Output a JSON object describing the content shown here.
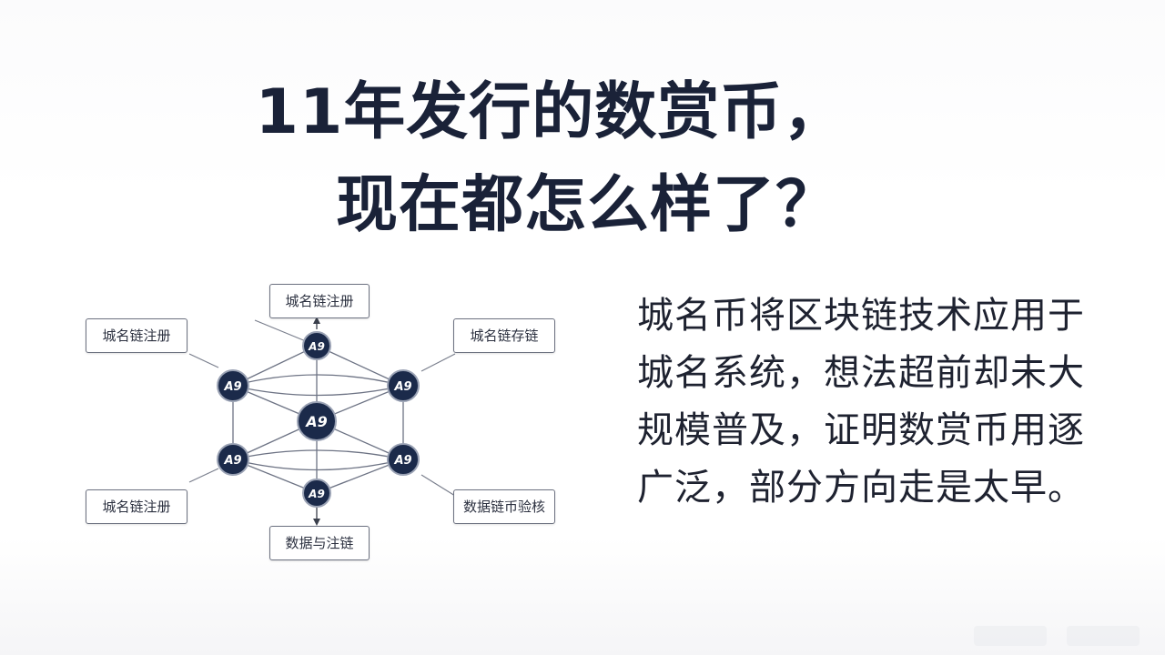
{
  "title": {
    "line1": "11年发行的数赏币，",
    "line2": "现在都怎么样了？"
  },
  "diagram": {
    "node_glyph": "A9",
    "labels": {
      "top": "城名链注册",
      "top_left": "城名链注册",
      "top_right": "城名链存链",
      "bottom_left": "城名链注册",
      "bottom_right": "数据链币验核",
      "bottom": "数据与注链"
    }
  },
  "body": {
    "lines": [
      "城名币将区块链技术应用于",
      "城名系统，想法超前却未大",
      "规模普及，证明数赏币用逐",
      "广泛，部分方向走是太早。"
    ]
  },
  "colors": {
    "node_fill": "#1b2a4a",
    "title": "#1a2238",
    "line": "#6d7384"
  }
}
